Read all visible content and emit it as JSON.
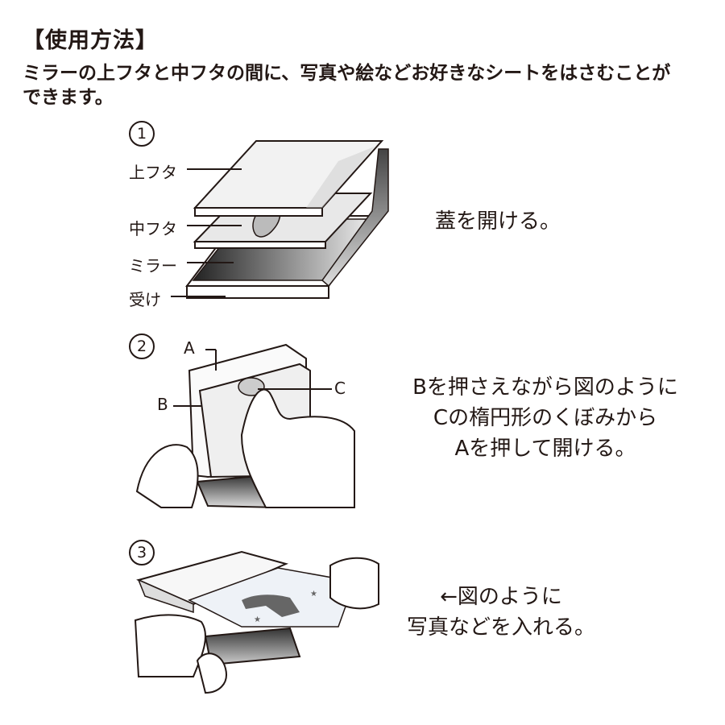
{
  "title": "【使用方法】",
  "intro_line1": "ミラーの上フタと中フタの間に、写真や絵などお好きなシートをはさむことが",
  "intro_line2": "できます。",
  "step1": {
    "number": "1",
    "labels": {
      "top_lid": "上フタ",
      "mid_lid": "中フタ",
      "mirror": "ミラー",
      "base": "受け"
    },
    "description": "蓋を開ける。"
  },
  "step2": {
    "number": "2",
    "labels": {
      "a": "A",
      "b": "B",
      "c": "C"
    },
    "description_lines": [
      "Bを押さえながら図のように",
      "Cの楕円形のくぼみから",
      "Aを押して開ける。"
    ]
  },
  "step3": {
    "number": "3",
    "description_lines": [
      "←図のように",
      "写真などを入れる。"
    ]
  }
}
